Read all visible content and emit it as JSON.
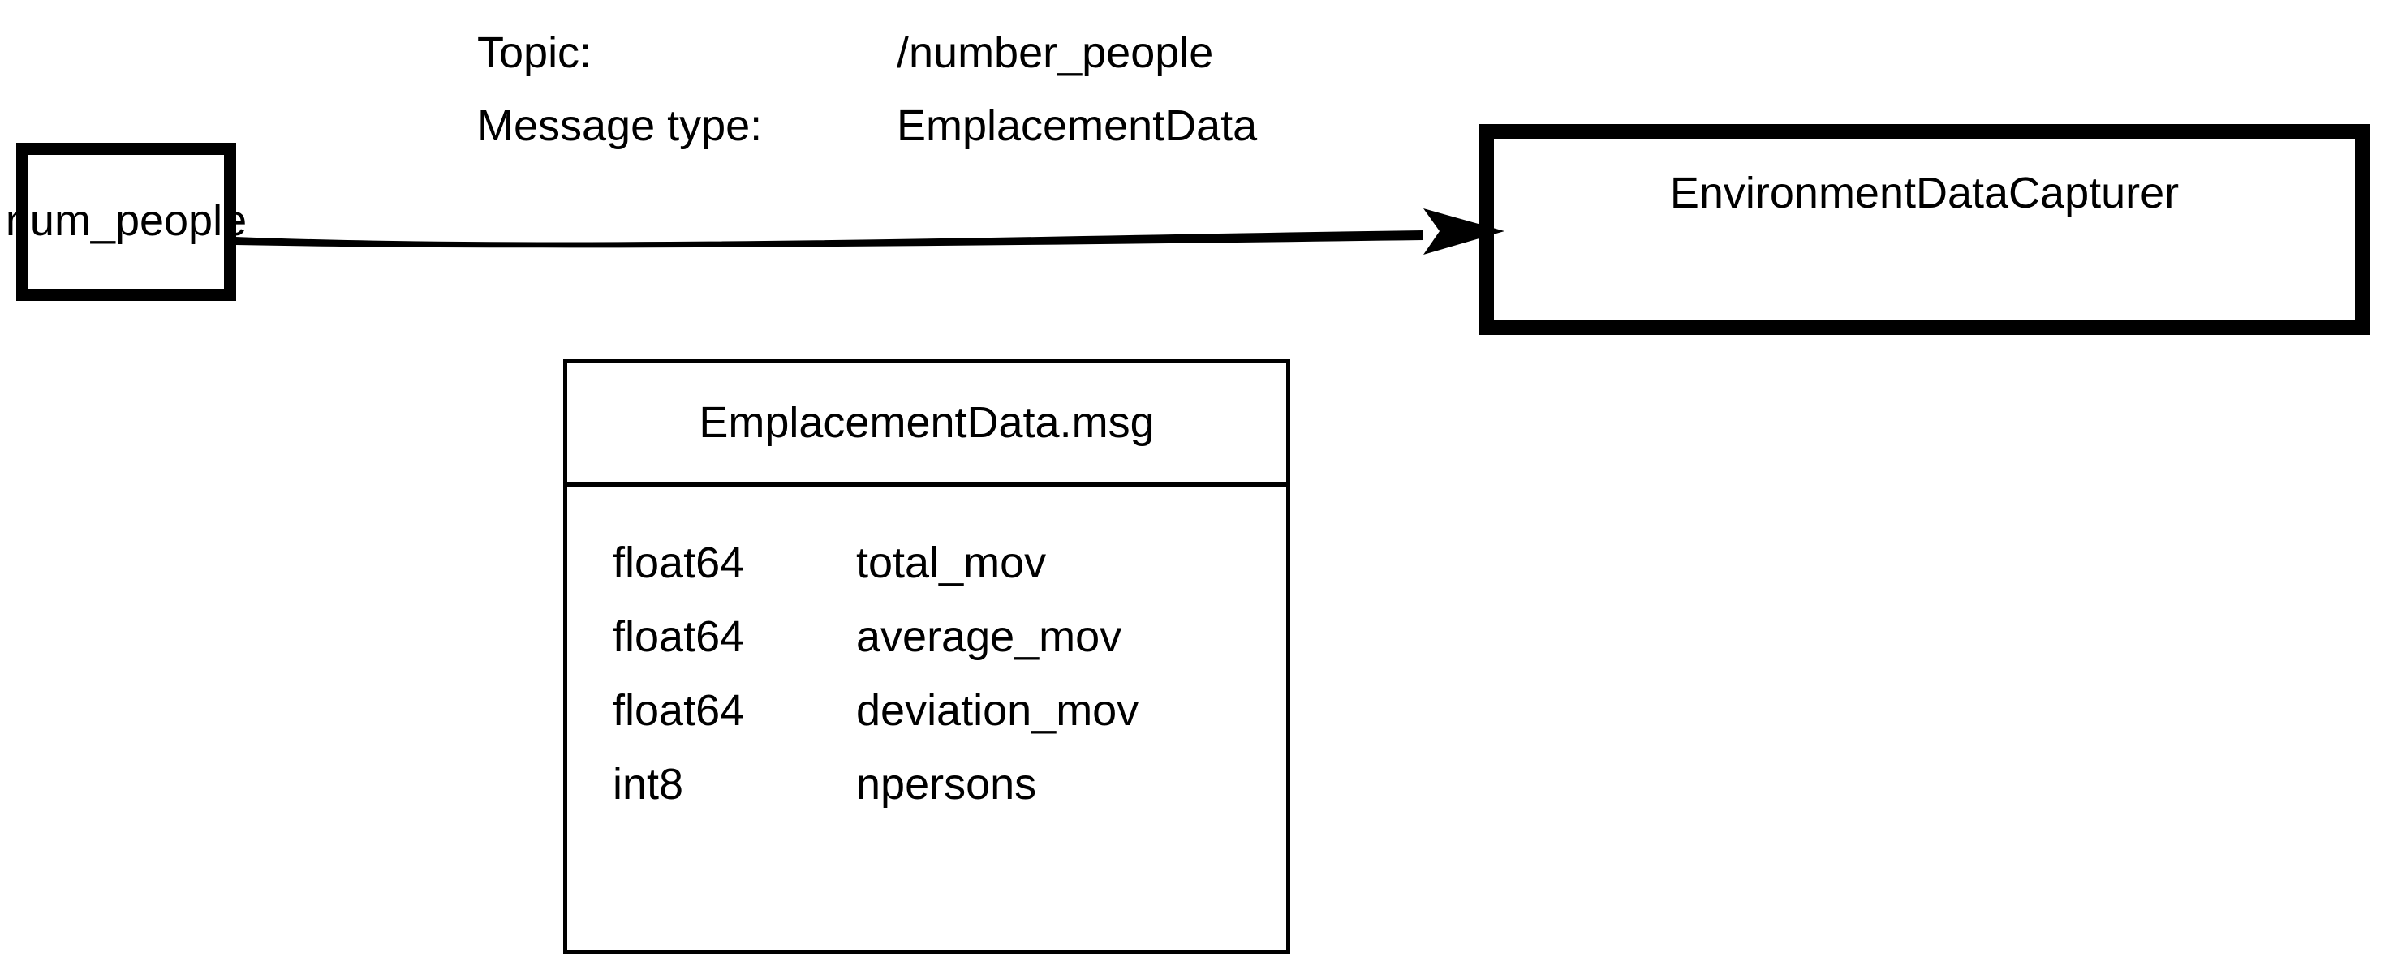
{
  "diagram": {
    "connection": {
      "topic_label": "Topic:",
      "topic_value": "/number_people",
      "message_type_label": "Message type:",
      "message_type_value": "EmplacementData"
    },
    "publisher_node": {
      "label": "num_people"
    },
    "subscriber_node": {
      "label": "EnvironmentDataCapturer"
    },
    "arrow": {
      "direction": "publisher-to-subscriber",
      "color": "#000000"
    },
    "message_definition": {
      "title": "EmplacementData.msg",
      "fields": [
        {
          "type": "float64",
          "name": "total_mov"
        },
        {
          "type": "float64",
          "name": "average_mov"
        },
        {
          "type": "float64",
          "name": "deviation_mov"
        },
        {
          "type": "int8",
          "name": "npersons"
        }
      ]
    },
    "colors": {
      "stroke": "#000000",
      "background": "#ffffff"
    }
  }
}
